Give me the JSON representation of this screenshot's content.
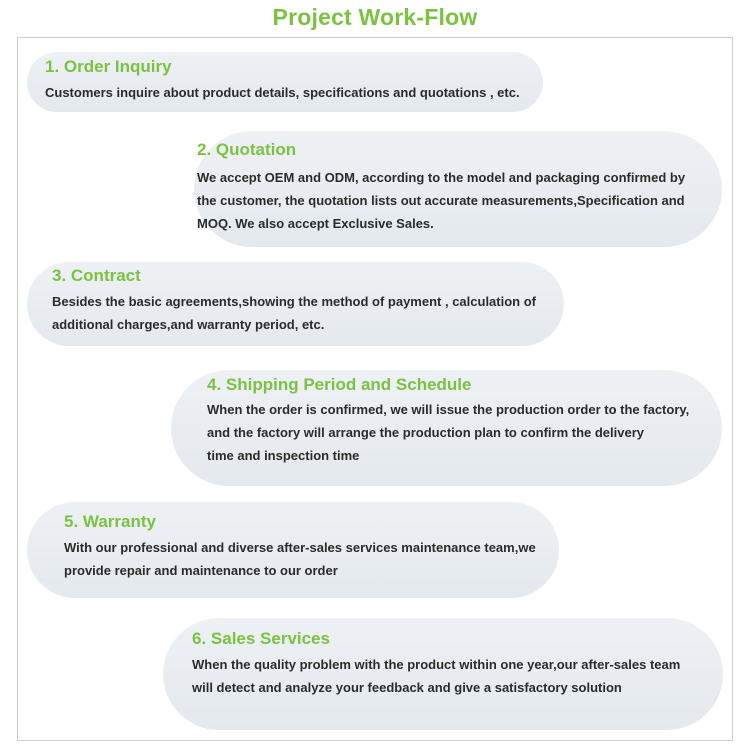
{
  "title": "Project Work-Flow",
  "steps": [
    {
      "title": "1. Order Inquiry",
      "description": "Customers inquire about product details, specifications and quotations , etc."
    },
    {
      "title": "2. Quotation",
      "description": "We accept OEM and ODM, according to the model and packaging confirmed by\nthe customer, the quotation lists out accurate measurements,Specification and\nMOQ. We also accept Exclusive Sales."
    },
    {
      "title": "3. Contract",
      "description": "Besides the basic agreements,showing the method of payment , calculation of\nadditional charges,and warranty period, etc."
    },
    {
      "title": "4. Shipping Period and Schedule",
      "description": "When the order is confirmed, we will issue the production order to the factory,\n and the factory will arrange the production plan to confirm the delivery\ntime and inspection time"
    },
    {
      "title": "5. Warranty",
      "description": "With our professional and diverse after-sales services maintenance team,we\nprovide repair and maintenance to our order"
    },
    {
      "title": "6. Sales Services",
      "description": "When the quality problem with the product within one year,our after-sales team\n will detect and analyze your feedback and give a satisfactory solution"
    }
  ],
  "colors": {
    "accent": "#7cc242",
    "text": "#2b2b2b",
    "step_background": "#e9edf1",
    "frame_border": "#cfcfcf"
  }
}
